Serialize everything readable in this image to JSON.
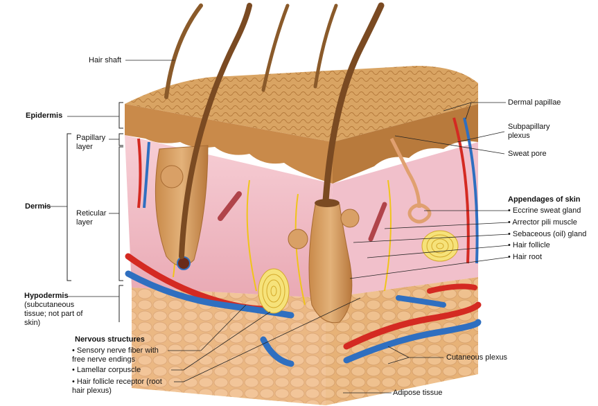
{
  "labels": {
    "hair_shaft": "Hair shaft",
    "epidermis": "Epidermis",
    "dermis": "Dermis",
    "papillary_layer": "Papillary layer",
    "reticular_layer": "Reticular layer",
    "hypodermis_title": "Hypodermis",
    "hypodermis_note": "(subcutaneous tissue; not part of skin)",
    "dermal_papillae": "Dermal papillae",
    "subpapillary_plexus": "Subpapillary plexus",
    "sweat_pore": "Sweat pore",
    "cutaneous_plexus": "Cutaneous plexus",
    "adipose_tissue": "Adipose tissue"
  },
  "appendages": {
    "title": "Appendages of skin",
    "items": [
      "Eccrine sweat gland",
      "Arrector pili muscle",
      "Sebaceous (oil) gland",
      "Hair follicle",
      "Hair root"
    ]
  },
  "nervous": {
    "title": "Nervous structures",
    "items": [
      "Sensory nerve fiber with free nerve endings",
      "Lamellar corpuscle",
      "Hair follicle receptor (root hair plexus)"
    ]
  },
  "colors": {
    "epidermis": "#c98a4a",
    "dermis": "#f2c2c8",
    "adipose": "#f2d35a",
    "artery": "#d42a22",
    "vein": "#2f6fc0",
    "nerve": "#f0c419"
  }
}
